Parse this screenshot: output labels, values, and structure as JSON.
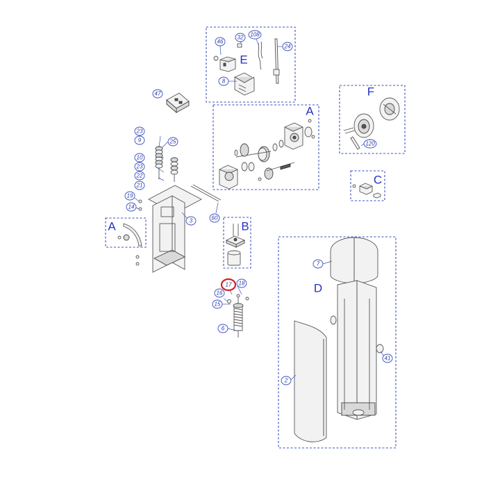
{
  "groups": {
    "A_top": "A",
    "A_left": "A",
    "B": "B",
    "C": "C",
    "D": "D",
    "E": "E",
    "F": "F"
  },
  "callouts": {
    "c46": "46",
    "c32": "32",
    "c108": "108",
    "c24": "24",
    "c8": "8",
    "c47": "47",
    "c23a": "23",
    "c9": "9",
    "c25": "25",
    "c10": "10",
    "c23b": "23",
    "c22": "22",
    "c21": "21",
    "c19": "19",
    "c14": "14",
    "c3": "3",
    "c60": "60",
    "c120": "120",
    "c7": "7",
    "c17": "17",
    "c18": "18",
    "c16": "16",
    "c15": "15",
    "c6": "6",
    "c41": "41",
    "c2": "2"
  },
  "colors": {
    "frame": "#3a4fc0",
    "callout_text": "#2a3aa8",
    "group_label": "#2430c8",
    "highlight": "#d62020"
  }
}
